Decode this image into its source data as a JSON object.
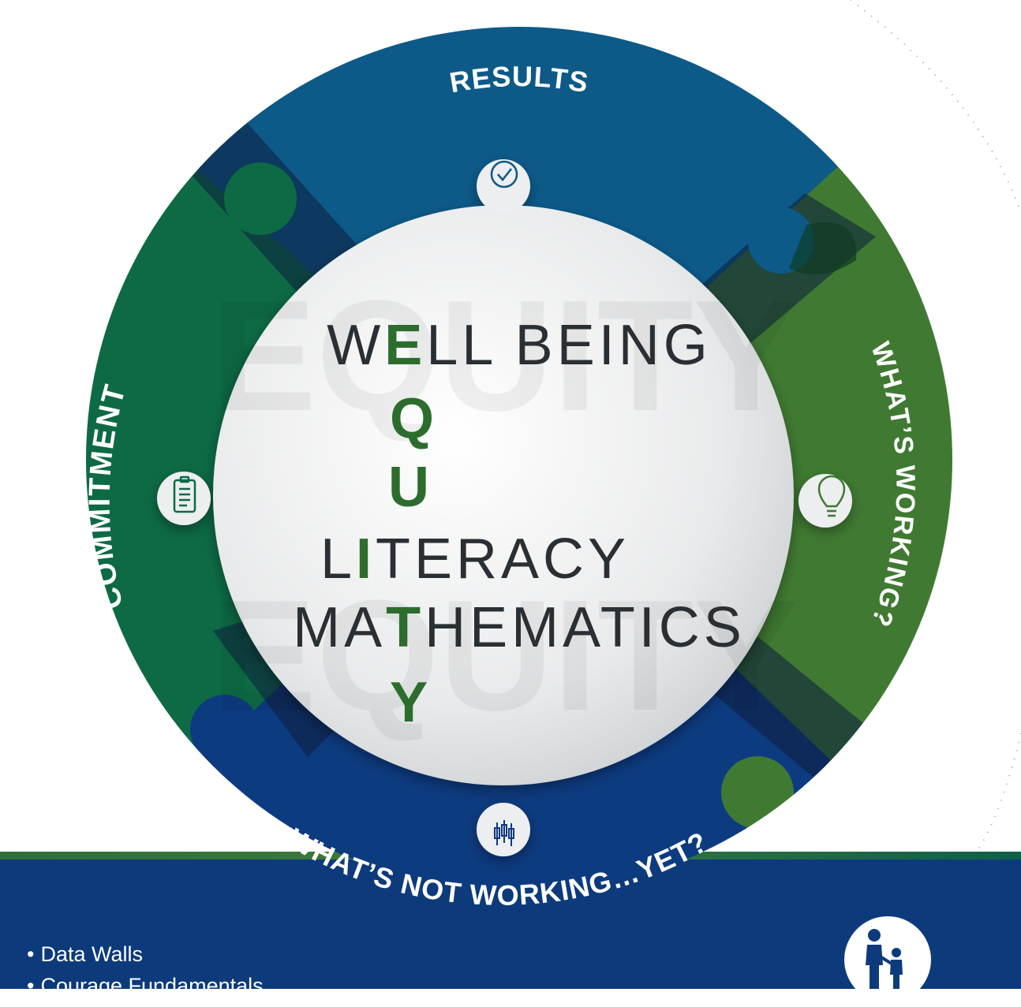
{
  "segments": {
    "top": "RESULTS",
    "right": "WHAT’S WORKING?",
    "bottom": "WHAT’S NOT WORKING…YET?",
    "left": "COMMITMENT"
  },
  "center": {
    "watermark": "EQUITY",
    "line1": {
      "before": "W",
      "accent": "E",
      "after": "LL BEING"
    },
    "line2": {
      "accent": "Q"
    },
    "line3": {
      "accent": "U"
    },
    "line4": {
      "before": "L",
      "accent": "I",
      "after": "TERACY"
    },
    "line5": {
      "before": "MA",
      "accent": "T",
      "after": "HEMATICS"
    },
    "line6": {
      "accent": "Y"
    }
  },
  "icons": {
    "top": "check-circle-icon",
    "right": "lightbulb-icon",
    "bottom": "candlestick-chart-icon",
    "left": "clipboard-icon"
  },
  "bottom_panel": {
    "bullets": [
      "Data Walls",
      "Courage Fundamentals"
    ],
    "logo_icon": "parent-child-icon"
  },
  "colors": {
    "results_blue": "#0d5a89",
    "working_green": "#3f7a31",
    "not_working_navy": "#0f3a80",
    "commitment_green": "#0a6a45",
    "accent_green": "#2c6d2e",
    "band_navy": "#0d3a7a"
  }
}
